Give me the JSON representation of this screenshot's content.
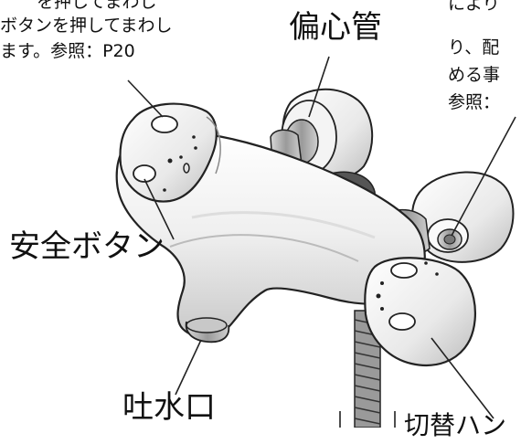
{
  "notes": {
    "top_left": [
      "を押してまわし",
      "ボタンを押してまわし",
      "ます。参照：P20"
    ],
    "top_right": [
      "により",
      "り、配",
      "める事",
      "参照："
    ]
  },
  "labels": {
    "eccentric_pipe": "偏心管",
    "safety_button": "安全ボタン",
    "spout": "吐水口",
    "bottom_right_partial": "切替ハン"
  }
}
